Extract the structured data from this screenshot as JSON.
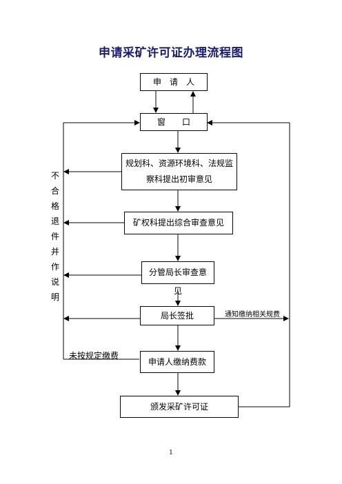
{
  "title": "申请采矿许可证办理流程图",
  "boxes": {
    "applicant": "申　请　人",
    "window": "窗　　口",
    "initial_review_line1": "规划科、资源环境科、法规监",
    "initial_review_line2": "察科提出初审意见",
    "mining_rights": "矿权科提出综合审查意见",
    "deputy_director_line1": "分管局长审查意",
    "deputy_director_line2": "见",
    "director_sign": "局长签批",
    "applicant_pays": "申请人缴纳费款",
    "issue_license": "颁发采矿许可证"
  },
  "labels": {
    "notify_fees": "通知缴纳相关规费",
    "unpaid": "未按规定缴费",
    "reject_chars": [
      "不",
      "合",
      "格",
      "退",
      "件",
      "并",
      "作",
      "说",
      "明"
    ]
  },
  "page_number": "1"
}
